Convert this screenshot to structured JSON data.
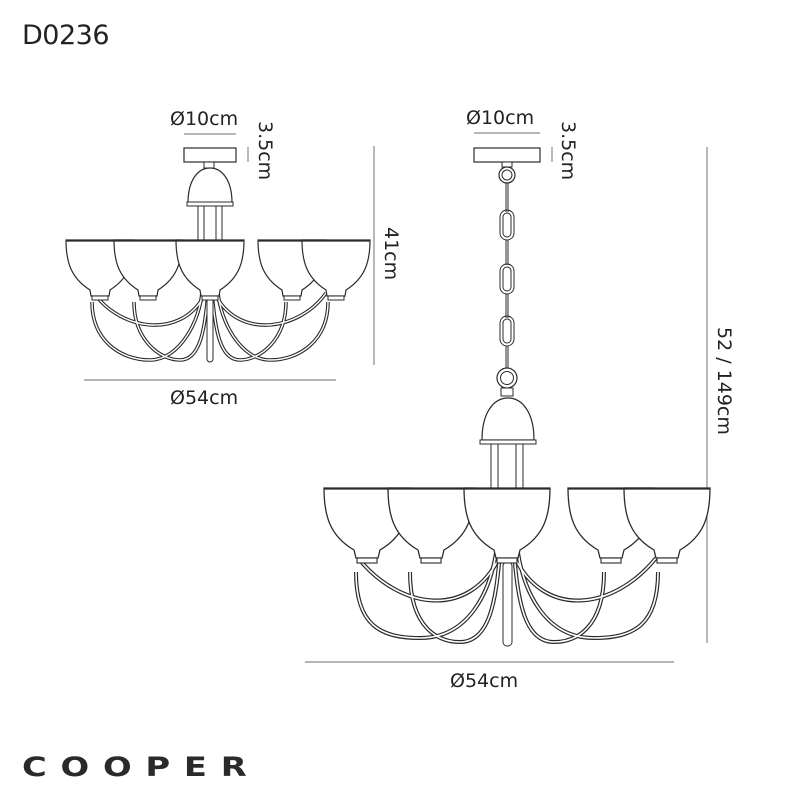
{
  "product_code": "D0236",
  "brand_name": "COOPER",
  "variants": [
    {
      "name": "semi-flush",
      "dimensions": {
        "ceiling_plate_diameter": "Ø10cm",
        "ceiling_plate_height": "3.5cm",
        "total_height": "41cm",
        "overall_diameter": "Ø54cm"
      },
      "arm_count": 5
    },
    {
      "name": "pendant-chain",
      "dimensions": {
        "ceiling_plate_diameter": "Ø10cm",
        "ceiling_plate_height": "3.5cm",
        "total_height": "52 / 149cm",
        "overall_diameter": "Ø54cm"
      },
      "arm_count": 5
    }
  ],
  "colors": {
    "line": "#2b2b2b",
    "dimension_line": "#8a8a8a",
    "background": "#ffffff"
  }
}
